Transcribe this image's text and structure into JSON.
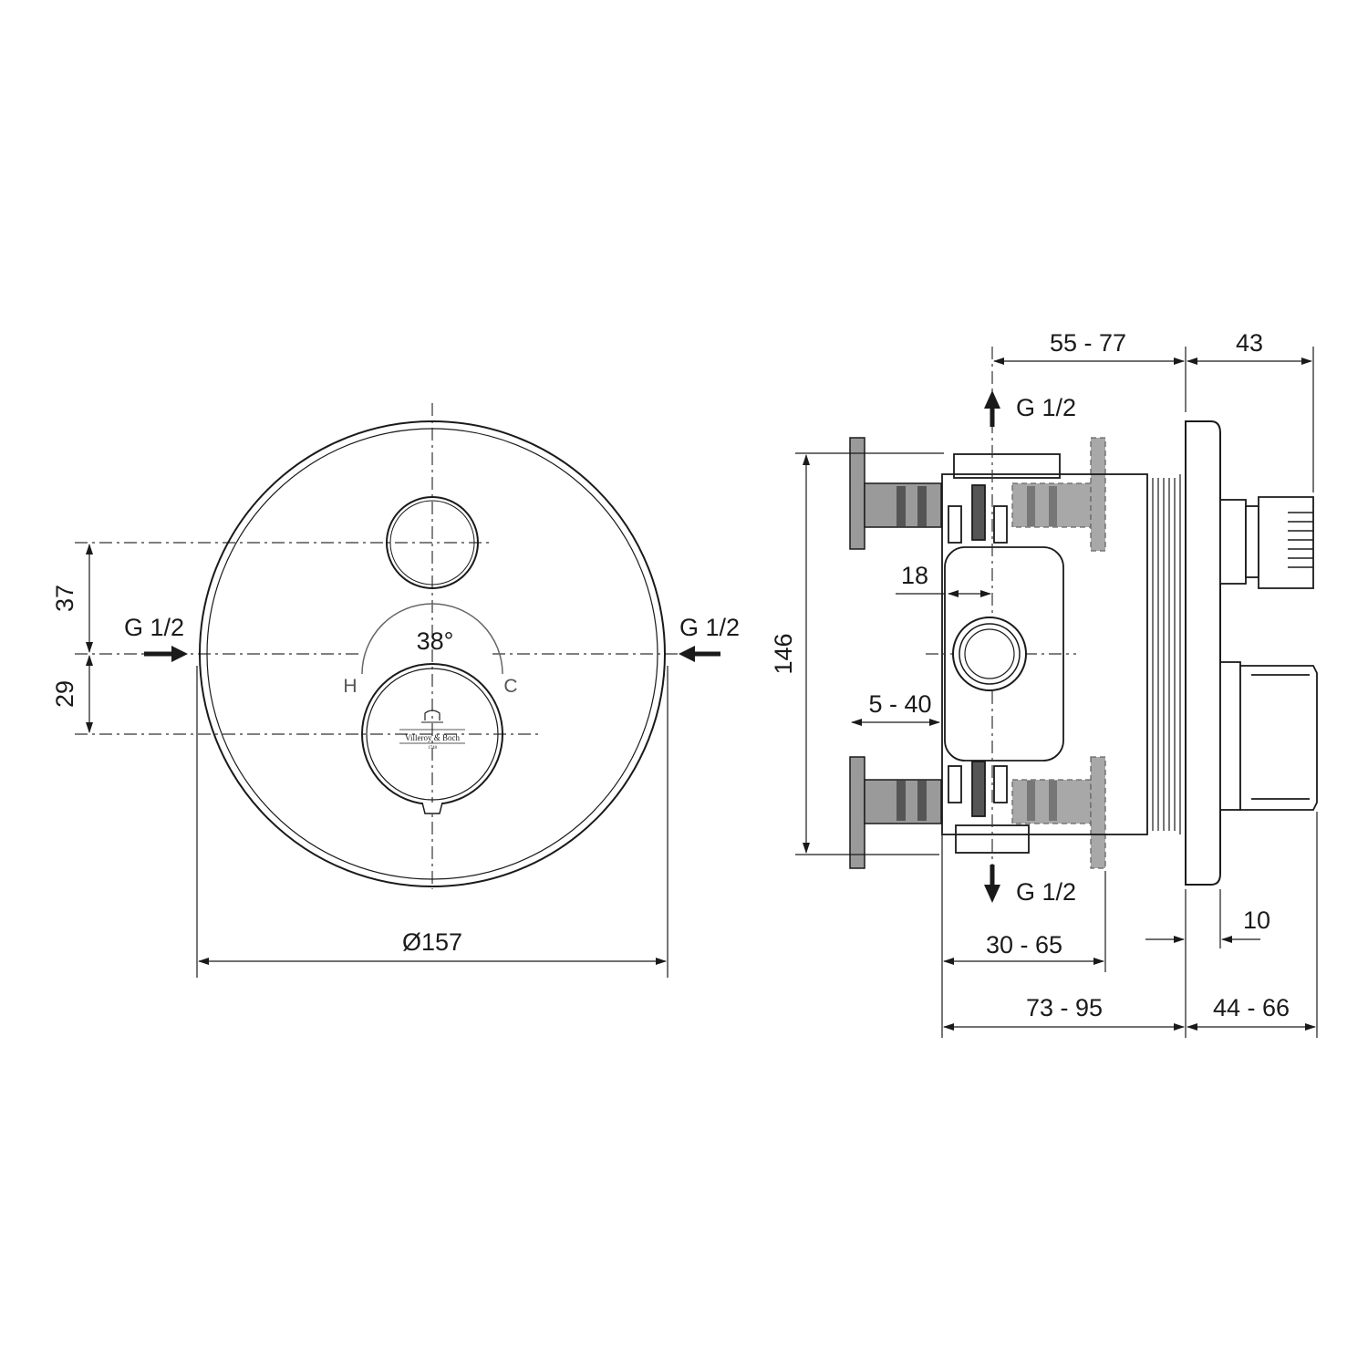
{
  "front_view": {
    "diameter_label": "Ø157",
    "offset_top_label": "37",
    "offset_bottom_label": "29",
    "inlet_left_label": "G 1/2",
    "inlet_right_label": "G 1/2",
    "angle_label": "38°",
    "hot_label": "H",
    "cold_label": "C",
    "brand_logo_text": "Villeroy & Boch",
    "brand_logo_year": "1748"
  },
  "side_view": {
    "top_left_label": "55 - 77",
    "top_right_label": "43",
    "outlet_top_label": "G 1/2",
    "outlet_bottom_label": "G 1/2",
    "height_label": "146",
    "dim_18_label": "18",
    "dim_5_40_label": "5 - 40",
    "dim_10_label": "10",
    "dim_30_65_label": "30 - 65",
    "dim_73_95_label": "73 - 95",
    "dim_44_66_label": "44 - 66"
  },
  "colors": {
    "line": "#1a1a1a",
    "gray_fill": "#9a9a9a",
    "dark_gray": "#555555"
  }
}
